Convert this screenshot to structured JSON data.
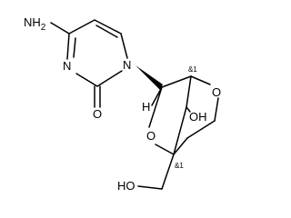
{
  "diagram": {
    "type": "chemical-structure",
    "atom_labels": {
      "amine": "NH2",
      "ring_n3": "N",
      "ring_n1": "N",
      "carbonyl_o": "O",
      "h_c1": "H",
      "o_ring_right": "O",
      "o_bridge": "O",
      "oh_upper": "OH",
      "ho_lower": "HO"
    },
    "stereo_labels": {
      "c_top_right": "&1",
      "c_bottom": "&1"
    }
  }
}
